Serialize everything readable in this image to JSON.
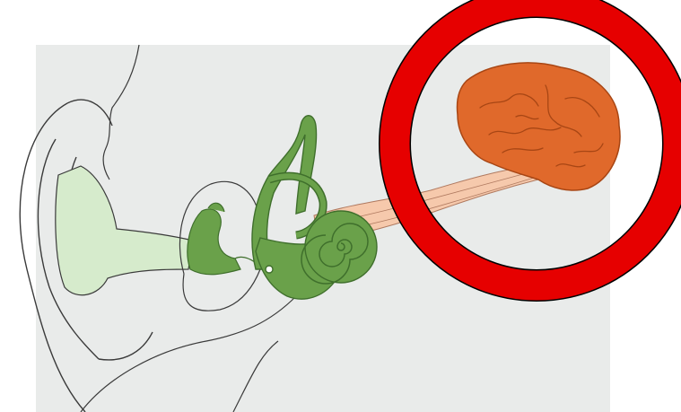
{
  "diagram": {
    "parts": [
      {
        "id": "outer-ear",
        "icon": "ear-outline-icon"
      },
      {
        "id": "ear-canal",
        "icon": "ear-canal-icon"
      },
      {
        "id": "middle-ear-bones",
        "icon": "ossicles-icon"
      },
      {
        "id": "cochlea",
        "icon": "cochlea-spiral-icon"
      },
      {
        "id": "auditory-nerve",
        "icon": "nerve-icon"
      },
      {
        "id": "brain",
        "icon": "brain-icon"
      }
    ],
    "highlight": {
      "target": "brain",
      "shape": "ring"
    }
  },
  "colors": {
    "background": "#e9ebea",
    "outline": "#3a3a3a",
    "ear_canal": "#d6ebcc",
    "inner_ear": "#6aa14a",
    "inner_ear_dark": "#3f6f2c",
    "nerve": "#f6c9ac",
    "brain": "#e0692b",
    "brain_dark": "#a84614",
    "highlight_ring": "#e60000"
  }
}
